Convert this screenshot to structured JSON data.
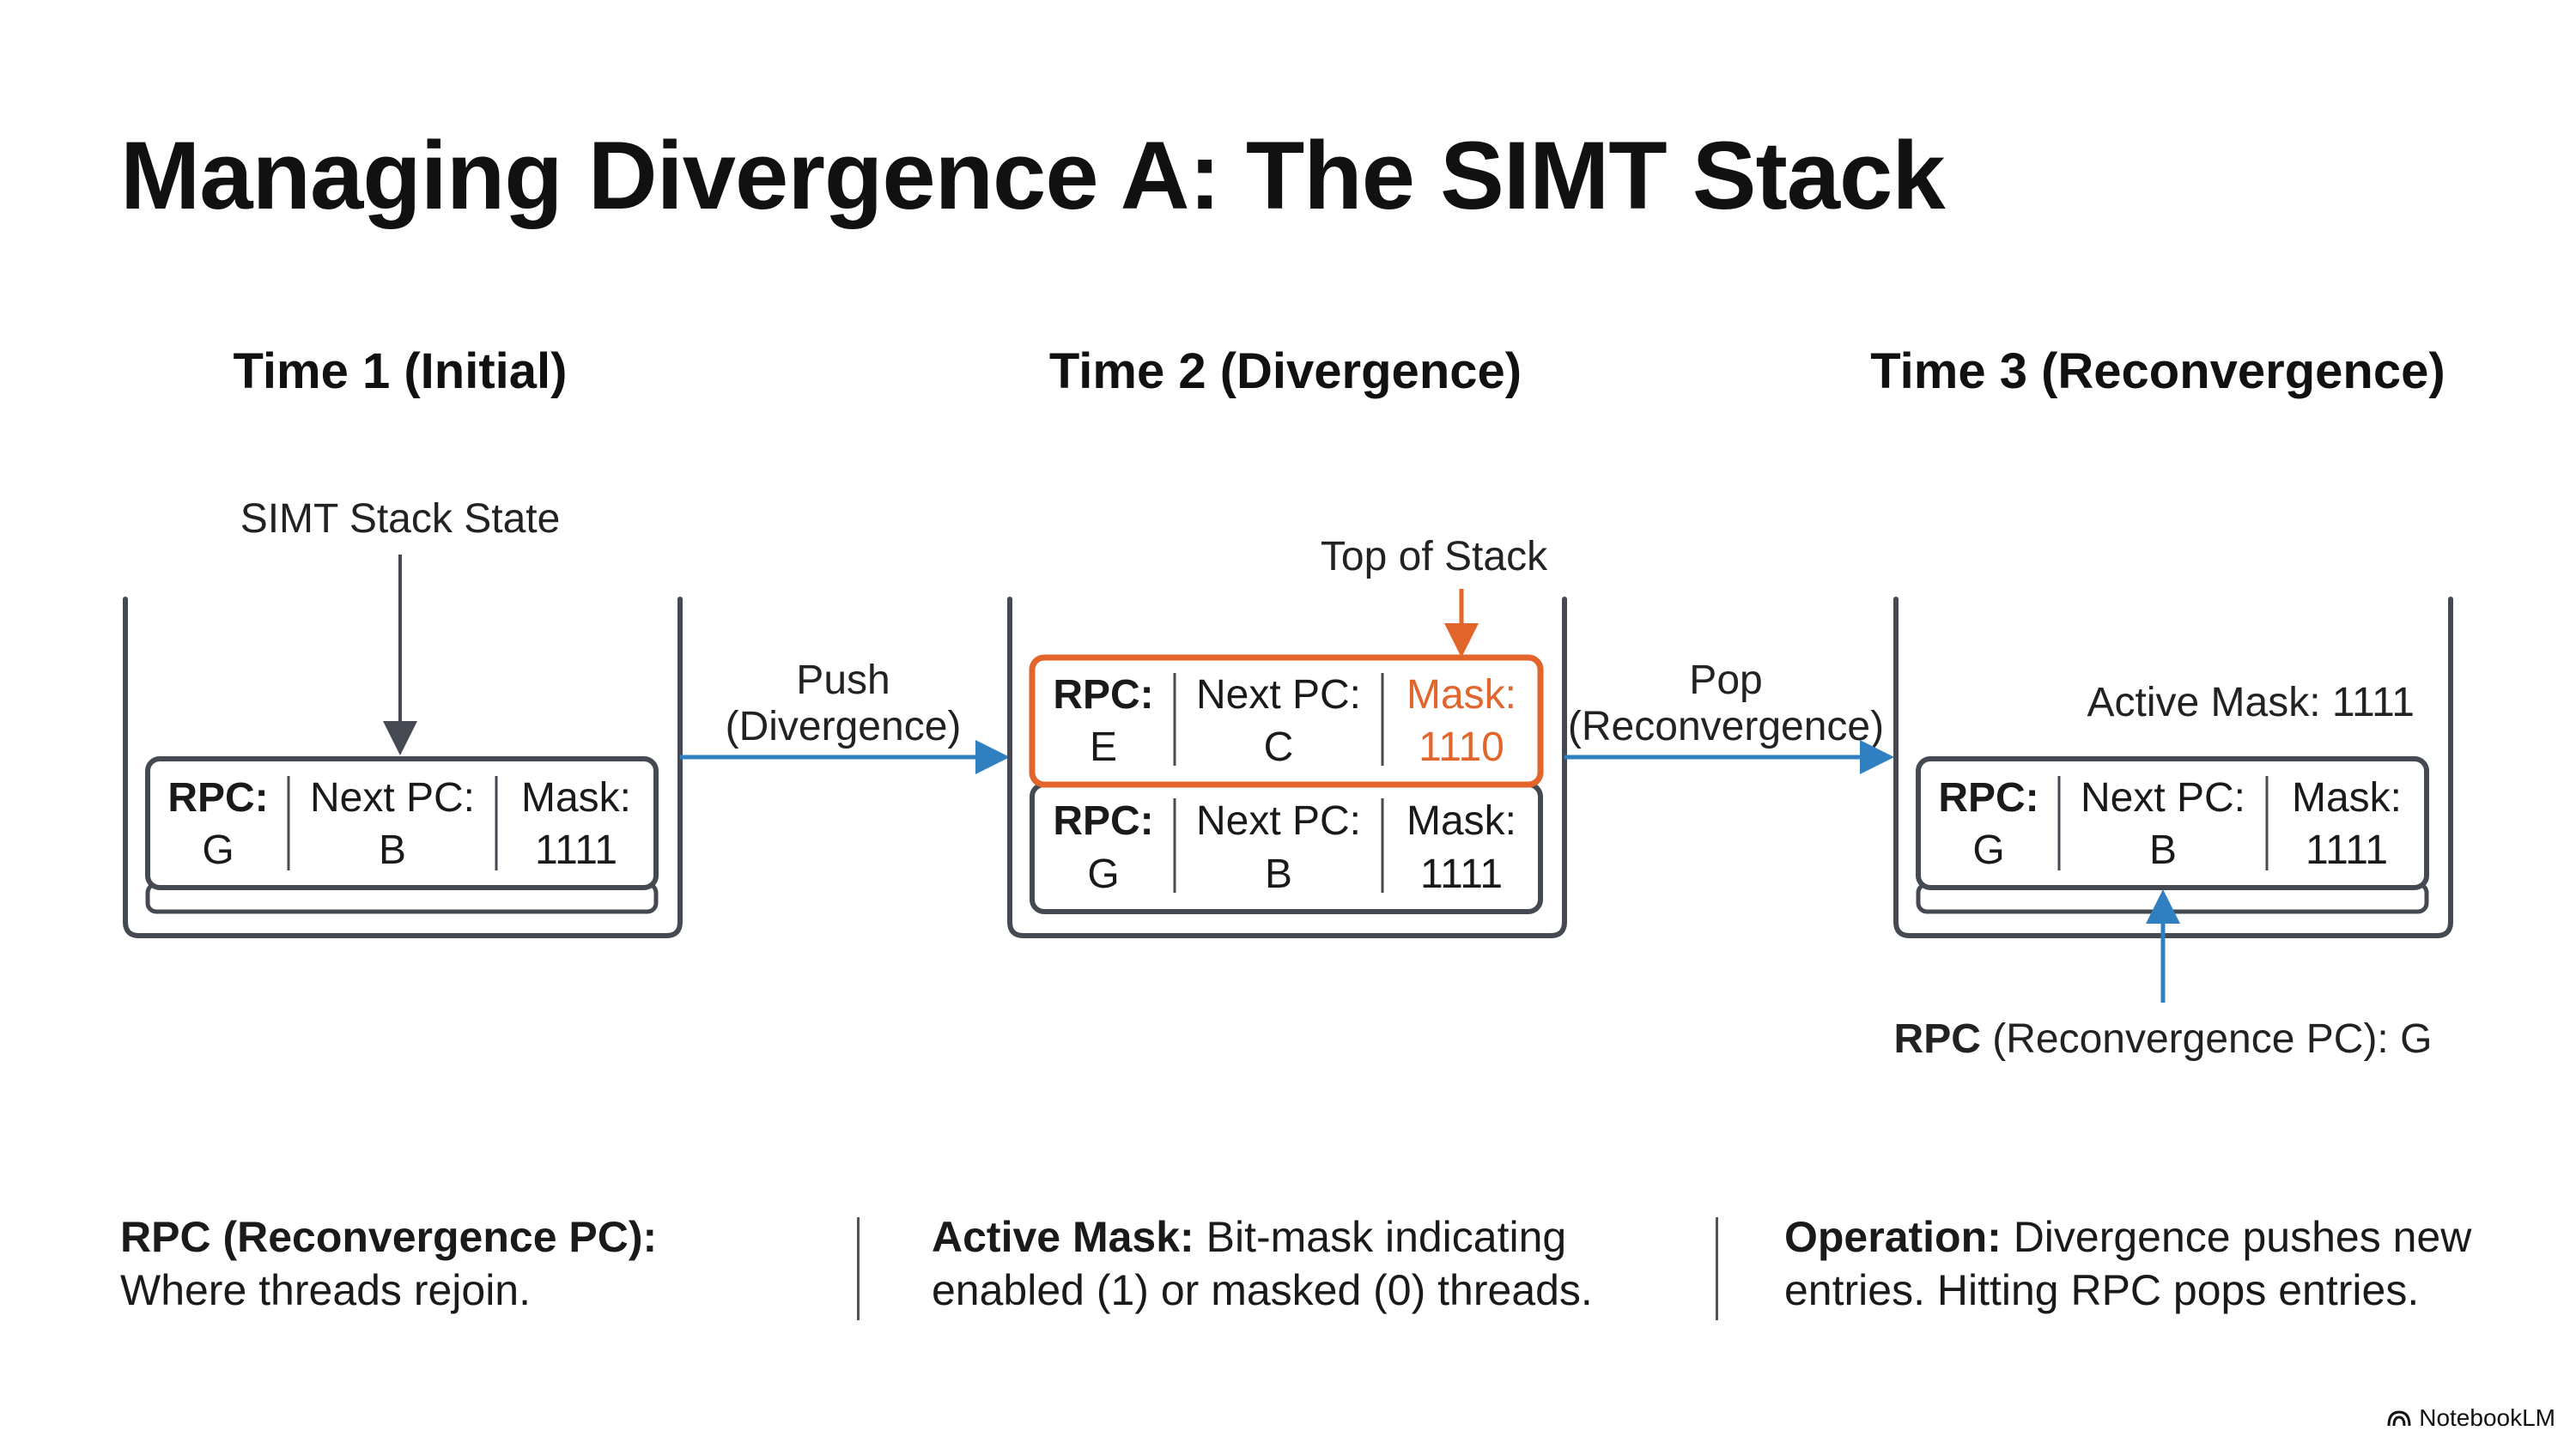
{
  "title": "Managing Divergence A: The SIMT Stack",
  "stages": [
    {
      "heading": "Time 1 (Initial)"
    },
    {
      "heading": "Time 2 (Divergence)"
    },
    {
      "heading": "Time 3 (Reconvergence)"
    }
  ],
  "annotations": {
    "simt_stack_state": "SIMT Stack State",
    "top_of_stack": "Top of Stack",
    "push_line1": "Push",
    "push_line2": "(Divergence)",
    "pop_line1": "Pop",
    "pop_line2": "(Reconvergence)",
    "active_mask": "Active Mask: 1111",
    "rpc_pointer_key": "RPC",
    "rpc_pointer_rest": " (Reconvergence PC): G"
  },
  "entries": {
    "t1": {
      "rpc_key": "RPC:",
      "rpc_val": "G",
      "next_key": "Next PC:",
      "next_val": "B",
      "mask_key": "Mask:",
      "mask_val": "1111"
    },
    "t2_top": {
      "rpc_key": "RPC:",
      "rpc_val": "E",
      "next_key": "Next PC:",
      "next_val": "C",
      "mask_key": "Mask:",
      "mask_val": "1110"
    },
    "t2_bottom": {
      "rpc_key": "RPC:",
      "rpc_val": "G",
      "next_key": "Next PC:",
      "next_val": "B",
      "mask_key": "Mask:",
      "mask_val": "1111"
    },
    "t3": {
      "rpc_key": "RPC:",
      "rpc_val": "G",
      "next_key": "Next PC:",
      "next_val": "B",
      "mask_key": "Mask:",
      "mask_val": "1111"
    }
  },
  "footer": [
    {
      "term": "RPC (Reconvergence PC):",
      "desc": "Where threads rejoin."
    },
    {
      "term": "Active Mask:",
      "desc": "Bit-mask indicating enabled (1) or masked (0) threads."
    },
    {
      "term": "Operation:",
      "desc": "Divergence pushes new entries. Hitting RPC pops entries."
    }
  ],
  "brand": "NotebookLM",
  "colors": {
    "arrow_blue": "#2f7fc1",
    "highlight_orange": "#e2652b",
    "stack_outline": "#454a52"
  }
}
